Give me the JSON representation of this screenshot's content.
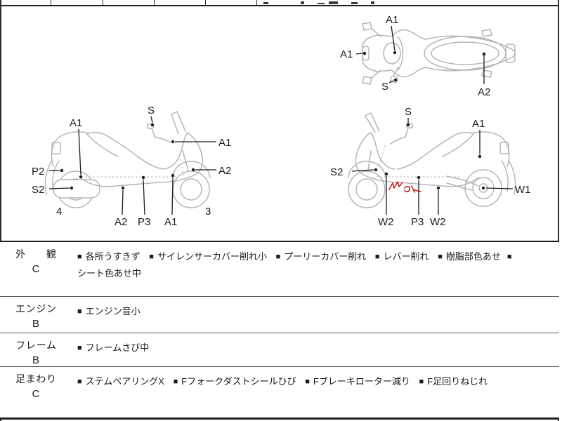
{
  "table": {
    "bullet": "■",
    "rows": [
      {
        "category": "外観",
        "grade": "C",
        "items": [
          "各所うすきず",
          "サイレンサーカバー削れ小",
          "プーリーカバー削れ",
          "レバー削れ",
          "樹脂部色あせ",
          "シート色あせ中"
        ]
      },
      {
        "category": "エンジン",
        "grade": "B",
        "items": [
          "エンジン音小"
        ]
      },
      {
        "category": "フレーム",
        "grade": "B",
        "items": [
          "フレームさび中"
        ]
      },
      {
        "category": "足まわり",
        "grade": "C",
        "items": [
          "ステムベアリングX",
          "Fフォークダストシールひび",
          "Fブレーキローター減り",
          "F足回りねじれ"
        ]
      }
    ]
  },
  "diagrams": {
    "top_view": {
      "labels": {
        "a1_handlebar": "A1",
        "a1_front": "A1",
        "s_mirror": "S",
        "a2_seat": "A2"
      }
    },
    "side_right": {
      "labels": {
        "s": "S",
        "a1_tail": "A1",
        "a1_front": "A1",
        "a2_front": "A2",
        "p2": "P2",
        "s2": "S2",
        "wheel_rear_num": "4",
        "wheel_front_num": "3",
        "a2_bottom": "A2",
        "p3_bottom": "P3",
        "a1_bottom": "A1"
      }
    },
    "side_left": {
      "labels": {
        "s": "S",
        "a1_tail": "A1",
        "s2_front": "S2",
        "w1_hub": "W1",
        "w2_front": "W2",
        "p3_floor": "P3",
        "w2_rear": "W2"
      }
    }
  },
  "colors": {
    "line_art": "#b5b5b5",
    "ink": "#1b1b1b",
    "red_mark": "#c52222",
    "border": "#1f1f1f"
  }
}
